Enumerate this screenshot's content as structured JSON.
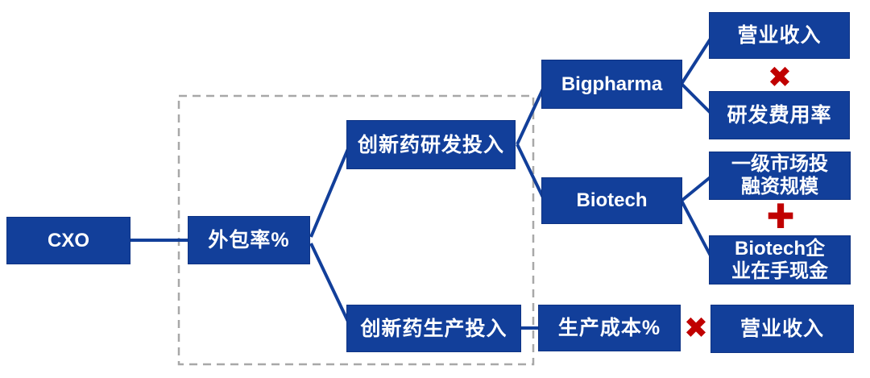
{
  "diagram": {
    "colors": {
      "box_blue": "#123f9a",
      "operator_red": "#c00000",
      "dashed_gray": "#a8a8a8",
      "text_white": "#ffffff"
    },
    "nodes": {
      "cxo": {
        "label": "CXO"
      },
      "outsourcing_rate": {
        "label": "外包率%"
      },
      "rnd_investment": {
        "label": "创新药研发投入"
      },
      "production_investment": {
        "label": "创新药生产投入"
      },
      "bigpharma": {
        "label": "Bigpharma"
      },
      "biotech": {
        "label": "Biotech"
      },
      "revenue_top": {
        "label": "营业收入"
      },
      "rnd_expense_ratio": {
        "label": "研发费用率"
      },
      "primary_market_funding": {
        "label": "一级市场投\n融资规模"
      },
      "biotech_cash": {
        "label": "Biotech企\n业在手现金"
      },
      "production_cost_pct": {
        "label": "生产成本%"
      },
      "revenue_bottom": {
        "label": "营业收入"
      }
    },
    "operators": {
      "multiply_top": {
        "glyph": "✖"
      },
      "plus": {
        "glyph": "✚"
      },
      "multiply_bottom": {
        "glyph": "✖"
      }
    },
    "edges": [
      {
        "from": "cxo",
        "to": "outsourcing_rate"
      },
      {
        "from": "outsourcing_rate",
        "to": "rnd_investment"
      },
      {
        "from": "outsourcing_rate",
        "to": "production_investment"
      },
      {
        "from": "rnd_investment",
        "to": "bigpharma"
      },
      {
        "from": "rnd_investment",
        "to": "biotech"
      },
      {
        "from": "bigpharma",
        "to": "revenue_top"
      },
      {
        "from": "bigpharma",
        "to": "rnd_expense_ratio"
      },
      {
        "from": "biotech",
        "to": "primary_market_funding"
      },
      {
        "from": "biotech",
        "to": "biotech_cash"
      },
      {
        "from": "production_investment",
        "to": "production_cost_pct"
      },
      {
        "from": "production_cost_pct",
        "to": "revenue_bottom"
      }
    ]
  }
}
